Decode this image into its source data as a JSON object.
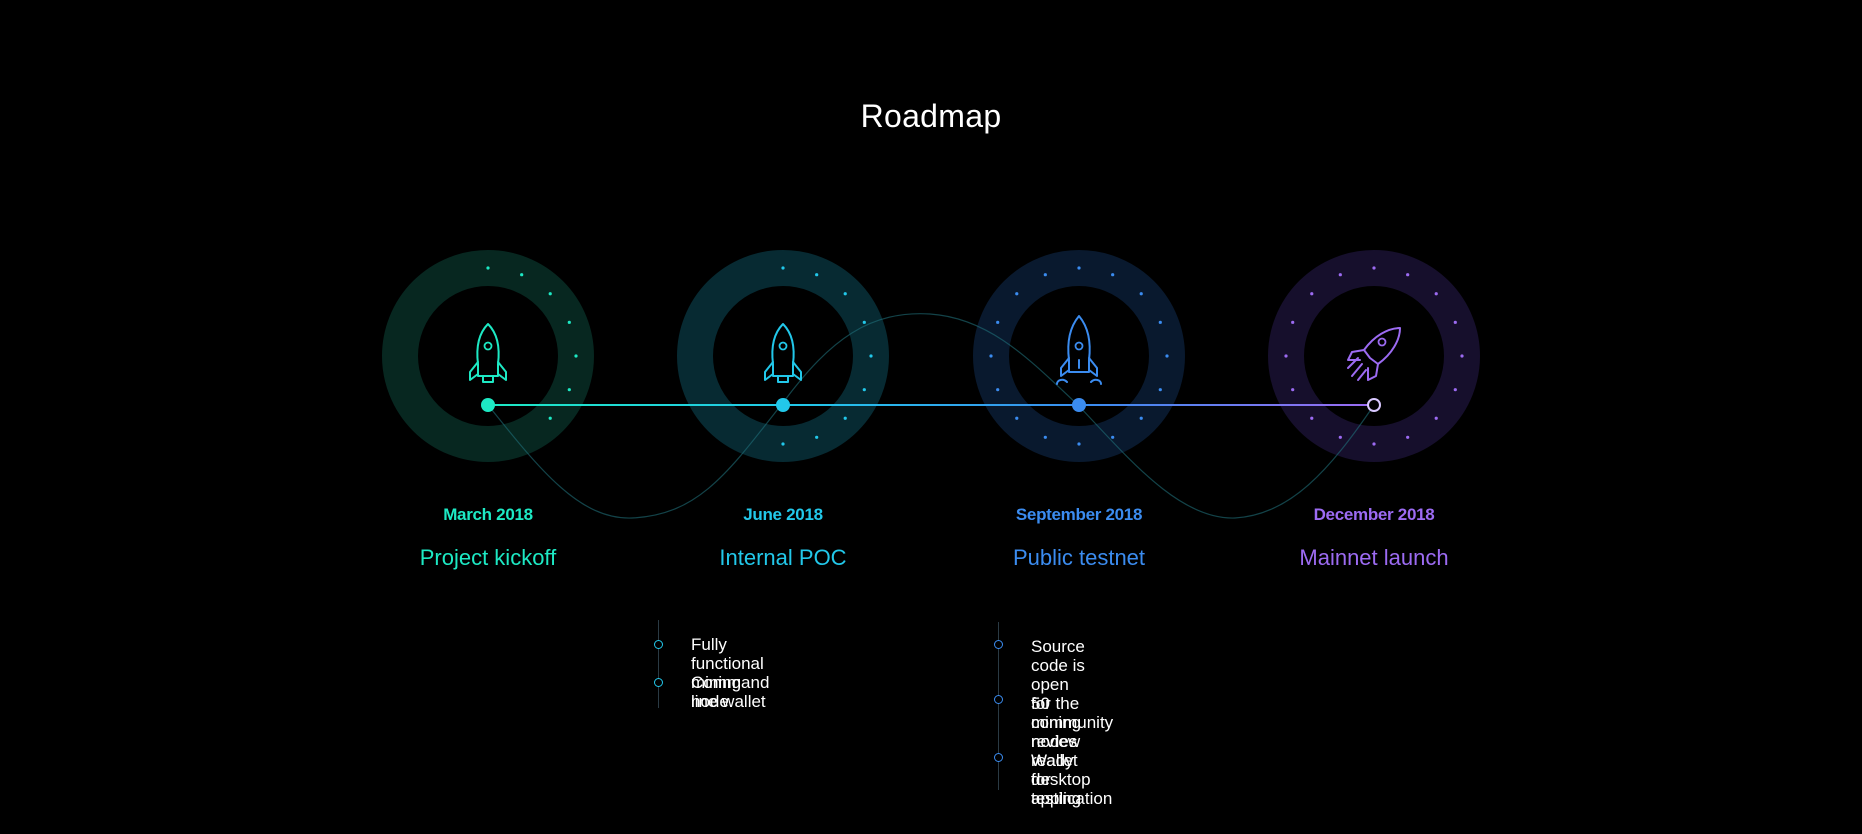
{
  "title": "Roadmap",
  "colors": {
    "background": "#000000",
    "phase1": "#1de9c4",
    "phase2": "#22c8ea",
    "phase3": "#3b8cf0",
    "phase4": "#9c6bf2"
  },
  "milestones": [
    {
      "date": "March 2018",
      "label": "Project kickoff",
      "icon": "rocket-icon",
      "color": "#1de9c4",
      "progress": 0.42,
      "status": "completed"
    },
    {
      "date": "June 2018",
      "label": "Internal POC",
      "icon": "rocket-icon",
      "color": "#22c8ea",
      "progress": 0.58,
      "status": "completed"
    },
    {
      "date": "September 2018",
      "label": "Public testnet",
      "icon": "rocket-launch-icon",
      "color": "#3b8cf0",
      "progress": 1.0,
      "status": "completed"
    },
    {
      "date": "December 2018",
      "label": "Mainnet launch",
      "icon": "rocket-flying-icon",
      "color": "#9c6bf2",
      "progress": 1.0,
      "status": "upcoming"
    }
  ],
  "details": {
    "internal_poc": [
      "Fully functional mining node",
      "Command line wallet"
    ],
    "public_testnet": [
      "Source code is open\nfor the community review",
      "50 mining nodes ready\nfor testing",
      "Wallet desktop application"
    ]
  }
}
